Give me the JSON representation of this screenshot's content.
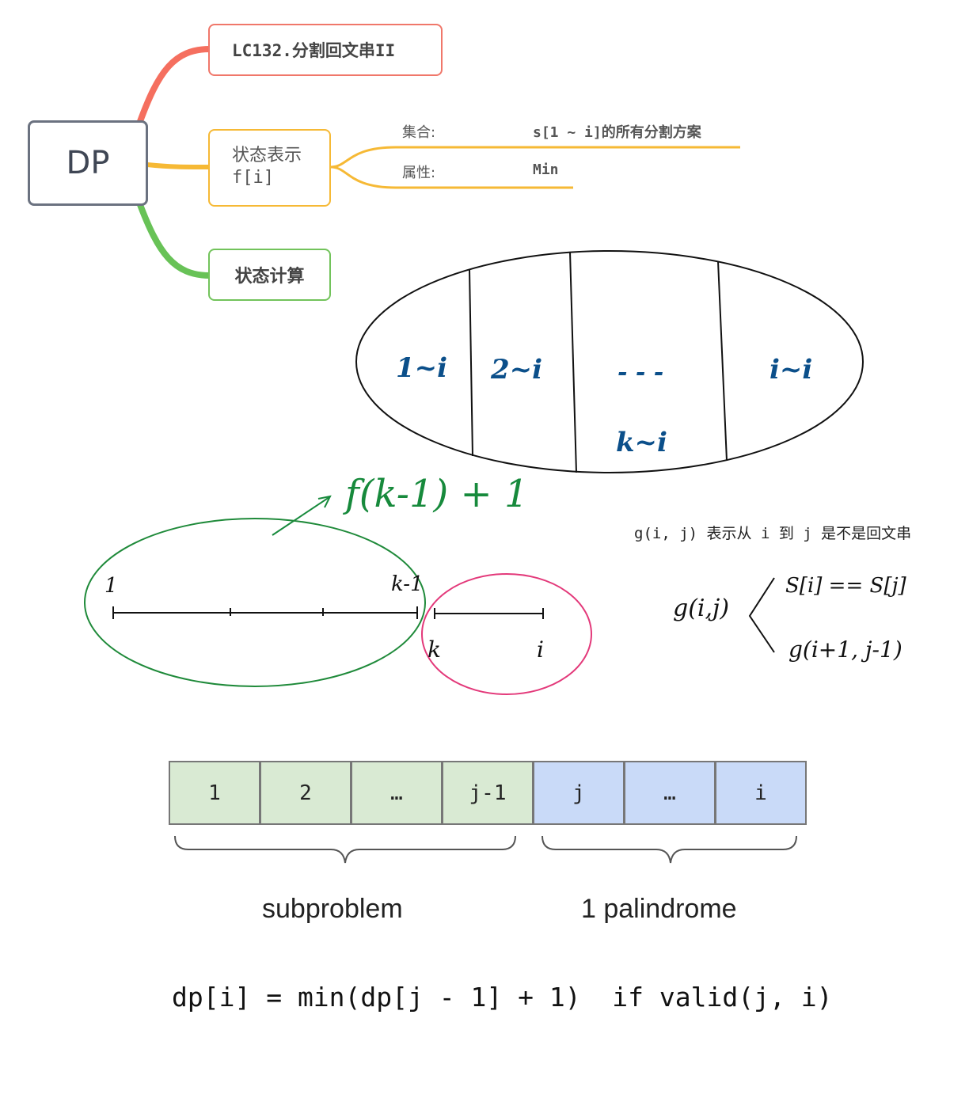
{
  "mindmap": {
    "root": "DP",
    "title": "LC132.分割回文串II",
    "state_repr": {
      "line1": "状态表示",
      "line2": "f[i]"
    },
    "set_label": "集合:",
    "set_value": "s[1 ~ i]的所有分割方案",
    "attr_label": "属性:",
    "attr_value": "Min",
    "state_calc": "状态计算"
  },
  "partition": {
    "sections": [
      "1~i",
      "2~i",
      "- - -",
      "i~i"
    ],
    "k_label": "k~i"
  },
  "transition": {
    "formula": "f(k-1) + 1",
    "left_start": "1",
    "left_end": "k-1",
    "right_start": "k",
    "right_end": "i"
  },
  "g_function": {
    "definition": "g(i, j) 表示从 i 到 j 是不是回文串",
    "lhs": "g(i,j)",
    "branch1": "S[i] == S[j]",
    "branch2": "g(i+1, j-1)"
  },
  "array": {
    "cells": [
      "1",
      "2",
      "…",
      "j-1",
      "j",
      "…",
      "i"
    ],
    "subproblem": "subproblem",
    "palindrome": "1 palindrome"
  },
  "formula": "dp[i] = min(dp[j - 1] + 1)  if valid(j, i)",
  "colors": {
    "title_border": "#f0776a",
    "state_border": "#f6b935",
    "calc_border": "#72c35b",
    "green_ellipse": "#1f8a3a",
    "pink_ellipse": "#e3397a",
    "handwriting_blue": "#0b4f8a",
    "handwriting_green": "#178a3c",
    "cell_green": "#d9ead3",
    "cell_blue": "#c9daf8"
  }
}
